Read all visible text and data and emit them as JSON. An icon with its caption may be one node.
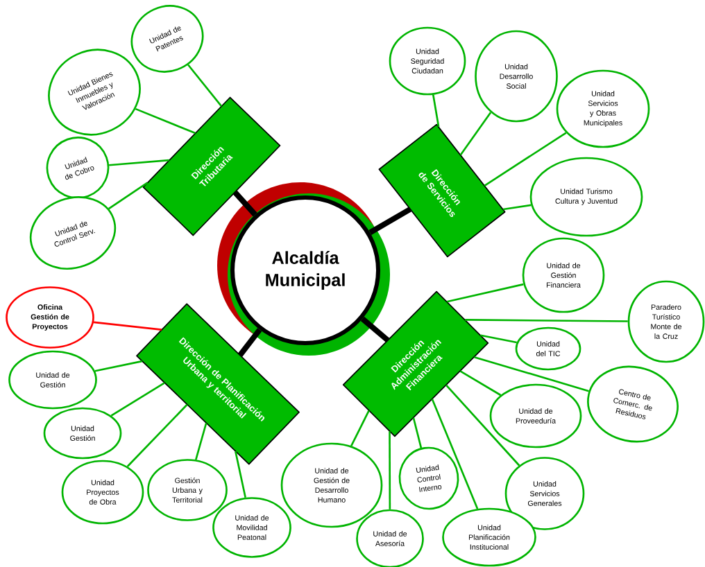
{
  "diagram": {
    "nodes": [
      {
        "text": [
          "Alcaldía Municipal"
        ]
      },
      {
        "text": [
          "Dirección Tributaria"
        ]
      },
      {
        "text": [
          "Dirección de Servicios"
        ]
      },
      {
        "text": [
          "Dirección de Planificación Urbana y territorial"
        ]
      },
      {
        "text": [
          "Dirección Administración Financiera"
        ]
      },
      {
        "text": [
          "Unidad de Patentes"
        ]
      },
      {
        "text": [
          "Unidad Bienes Inmuebles y Valoración"
        ]
      },
      {
        "text": [
          "Unidad de Cobro"
        ]
      },
      {
        "text": [
          "Unidad de Control Serv."
        ]
      },
      {
        "text": [
          "Unidad Seguridad Ciudadan"
        ]
      },
      {
        "text": [
          "Unidad Desarrollo Social"
        ]
      },
      {
        "text": [
          "Unidad Servicios y Obras Municipales"
        ]
      },
      {
        "text": [
          "Unidad Turismo Cultura y Juventud"
        ]
      },
      {
        "text": [
          "Oficina Gestión de Proyectos"
        ]
      },
      {
        "text": [
          "Unidad de Gestión"
        ]
      },
      {
        "text": [
          "Unidad Gestión"
        ]
      },
      {
        "text": [
          "Unidad Proyectos de Obra"
        ]
      },
      {
        "text": [
          "Gestión Urbana y Territorial"
        ]
      },
      {
        "text": [
          "Unidad de Movilidad Peatonal"
        ]
      },
      {
        "text": [
          "Unidad de Gestión Financiera"
        ]
      },
      {
        "text": [
          "Paradero Turístico Monte de la Cruz"
        ]
      },
      {
        "text": [
          "Unidad del TIC"
        ]
      },
      {
        "text": [
          "Centro de Comerc. de Residuos"
        ]
      },
      {
        "text": [
          "Unidad de Proveeduría"
        ]
      },
      {
        "text": [
          "Unidad de Gestión de Desarrollo Humano"
        ]
      },
      {
        "text": [
          "Unidad Control Interno"
        ]
      },
      {
        "text": [
          "Unidad Servicios Generales"
        ]
      },
      {
        "text": [
          "Unidad de Asesoría"
        ]
      },
      {
        "text": [
          "Unidad Planificación Institucional"
        ]
      }
    ],
    "edges": [
      {
        "from": 0,
        "to": 1,
        "arrow": "none",
        "style": "thick",
        "color": "#000000"
      },
      {
        "from": 0,
        "to": 2,
        "arrow": "none",
        "style": "thick",
        "color": "#000000"
      },
      {
        "from": 0,
        "to": 3,
        "arrow": "none",
        "style": "thick",
        "color": "#000000"
      },
      {
        "from": 0,
        "to": 4,
        "arrow": "none",
        "style": "thick",
        "color": "#000000"
      },
      {
        "from": 1,
        "to": 5,
        "arrow": "none"
      },
      {
        "from": 1,
        "to": 6,
        "arrow": "none"
      },
      {
        "from": 1,
        "to": 7,
        "arrow": "none"
      },
      {
        "from": 1,
        "to": 8,
        "arrow": "none"
      },
      {
        "from": 2,
        "to": 9,
        "arrow": "none"
      },
      {
        "from": 2,
        "to": 10,
        "arrow": "none"
      },
      {
        "from": 2,
        "to": 11,
        "arrow": "none"
      },
      {
        "from": 2,
        "to": 12,
        "arrow": "none"
      },
      {
        "from": 3,
        "to": 13,
        "arrow": "none",
        "color": "#ff0000"
      },
      {
        "from": 3,
        "to": 14,
        "arrow": "none"
      },
      {
        "from": 3,
        "to": 15,
        "arrow": "none"
      },
      {
        "from": 3,
        "to": 16,
        "arrow": "none"
      },
      {
        "from": 3,
        "to": 17,
        "arrow": "none"
      },
      {
        "from": 3,
        "to": 18,
        "arrow": "none"
      },
      {
        "from": 4,
        "to": 19,
        "arrow": "none"
      },
      {
        "from": 4,
        "to": 20,
        "arrow": "none"
      },
      {
        "from": 4,
        "to": 21,
        "arrow": "none"
      },
      {
        "from": 4,
        "to": 22,
        "arrow": "none"
      },
      {
        "from": 4,
        "to": 23,
        "arrow": "none"
      },
      {
        "from": 4,
        "to": 24,
        "arrow": "none"
      },
      {
        "from": 4,
        "to": 25,
        "arrow": "none"
      },
      {
        "from": 4,
        "to": 26,
        "arrow": "none"
      },
      {
        "from": 4,
        "to": 27,
        "arrow": "none"
      },
      {
        "from": 4,
        "to": 28,
        "arrow": "none"
      }
    ]
  }
}
